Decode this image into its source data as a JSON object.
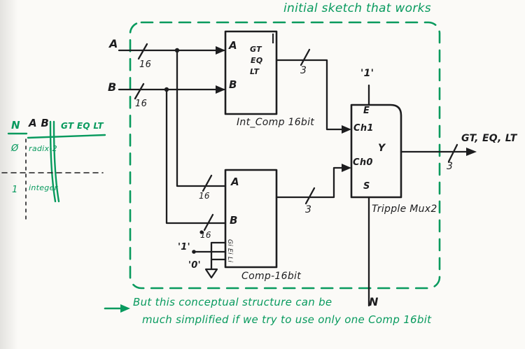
{
  "colors": {
    "ink": "#1d1d1f",
    "green": "#089a5e"
  },
  "title": "initial sketch that works",
  "side_table": {
    "header": {
      "n": "N",
      "ab": "A B",
      "results": "GT EQ LT"
    },
    "rows": [
      {
        "n": "Ø",
        "mode": "radix-2"
      },
      {
        "n": "1",
        "mode": "integer"
      }
    ]
  },
  "inputs": {
    "a_label": "A",
    "a_width": "16",
    "b_label": "B",
    "b_width": "16"
  },
  "int_comp": {
    "caption": "Int_Comp 16bit",
    "port_a": "A",
    "port_b": "B",
    "port_gt": "GT",
    "port_eq": "EQ",
    "port_lt": "LT",
    "out_width": "3"
  },
  "comp": {
    "caption": "Comp-16bit",
    "port_a": "A",
    "port_b": "B",
    "a_width": "16",
    "b_width": "16",
    "port_gi": "Gi",
    "port_ei": "Ei",
    "port_li": "Li",
    "const_one": "'1'",
    "const_zero": "'0'",
    "out_width": "3"
  },
  "mux": {
    "caption": "Tripple Mux2",
    "port_e": "E",
    "port_ch1": "Ch1",
    "port_ch0": "Ch0",
    "port_y": "Y",
    "port_s": "S",
    "enable_const": "'1'",
    "select_label": "N",
    "out_width": "3"
  },
  "output_label": "GT, EQ, LT",
  "note": {
    "line1": "But this conceptual structure can be",
    "line2": "much simplified if we try to use only one Comp 16bit"
  }
}
